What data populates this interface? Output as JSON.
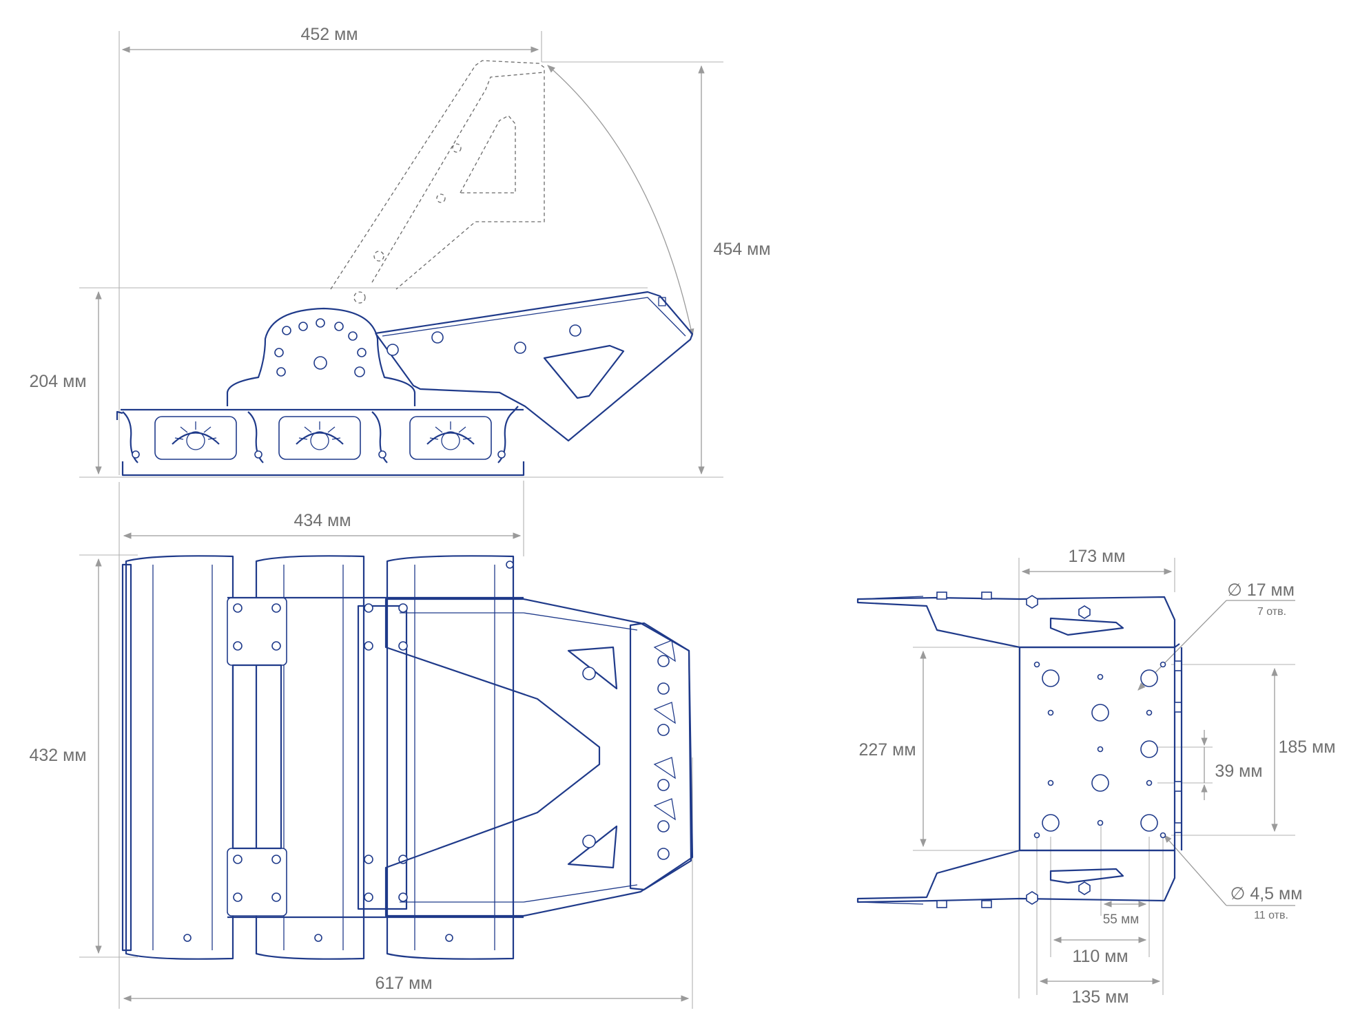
{
  "side_view": {
    "dim_top_width": "452 мм",
    "dim_left_height": "204 мм",
    "dim_right_height": "454 мм"
  },
  "top_view": {
    "dim_top_width": "434 мм",
    "dim_left_height": "432 мм",
    "dim_bottom_width": "617 мм"
  },
  "bracket_view": {
    "dim_top_width": "173 мм",
    "dim_left_height": "227 мм",
    "dim_right_height": "185 мм",
    "dim_hole_pitch": "39 мм",
    "dim_55": "55 мм",
    "dim_110": "110 мм",
    "dim_135": "135 мм",
    "hole_large_label": "∅ 17 мм",
    "hole_large_count": "7 отв.",
    "hole_small_label": "∅ 4,5 мм",
    "hole_small_count": "11 отв."
  },
  "colors": {
    "outline": "#1f3a8a",
    "dimension": "#707070"
  }
}
